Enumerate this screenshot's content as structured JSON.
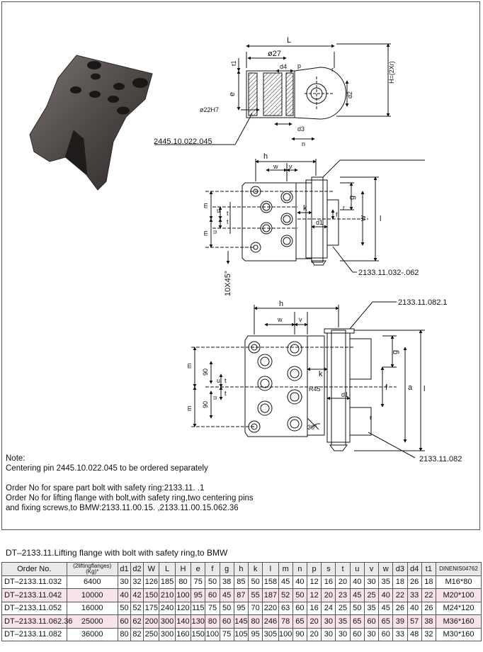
{
  "drawing": {
    "callout_pin": "2445.10.022.045",
    "callout_assembly_1": "2133.11.032-.062",
    "callout_assembly_2a": "2133.11.082.1",
    "callout_assembly_2b": "2133.11.082",
    "dims": {
      "L": "L",
      "d27": "ø27",
      "d4": "d4",
      "p": "p",
      "r": "r",
      "H": "H=(2Xr)",
      "t1": "t1",
      "e": "e",
      "d22": "ø22H7",
      "d2": "d2",
      "d3": "d3",
      "n": "n",
      "h": "h",
      "w": "w",
      "v": "v",
      "g": "g",
      "f": "f",
      "k": "k",
      "d1": "d1",
      "l": "l",
      "m": "m",
      "u": "u",
      "t": "t",
      "chamfer": "10X45°",
      "s90": "90",
      "R45": "R45",
      "a30": "30°",
      "a": "a"
    }
  },
  "notes": {
    "line1": "Note:",
    "line2": "Centering pin 2445.10.022.045 to be ordered separately",
    "line3": "Order No for spare part bolt with safety ring:2133.11.    .1",
    "line4": "Order No for lifting flange with bolt,with safety ring,two centering pins",
    "line5": "and fixing screws,to BMW:2133.11.00.15.    ,2133.11.00.15.062.36"
  },
  "table": {
    "title": "DT–2133.11.Lifting flange with bolt with safety ring,to BMW",
    "header": {
      "order": "Order   No.",
      "load_line1": "(2liftingflanges)",
      "load_line2": "(Kg)*",
      "cols": [
        "d1",
        "d2",
        "W",
        "L",
        "H",
        "e",
        "f",
        "g",
        "h",
        "k",
        "l",
        "m",
        "n",
        "p",
        "s",
        "t",
        "u",
        "v",
        "w",
        "d3",
        "d4",
        "t1"
      ],
      "din": "DINENIS04762"
    },
    "rows": [
      {
        "order": "DT–2133.11.032",
        "load": "6400",
        "vals": [
          "30",
          "32",
          "126",
          "185",
          "80",
          "75",
          "50",
          "38",
          "85",
          "50",
          "158",
          "45",
          "40",
          "12",
          "16",
          "20",
          "40",
          "30",
          "35",
          "18",
          "26",
          "18"
        ],
        "din": "M16*80"
      },
      {
        "order": "DT–2133.11.042",
        "load": "10000",
        "vals": [
          "40",
          "42",
          "150",
          "210",
          "100",
          "95",
          "60",
          "45",
          "87",
          "55",
          "187",
          "52",
          "50",
          "12",
          "20",
          "23",
          "45",
          "25",
          "40",
          "22",
          "33",
          "22"
        ],
        "din": "M20*100"
      },
      {
        "order": "DT–2133.11.052",
        "load": "16000",
        "vals": [
          "50",
          "52",
          "175",
          "240",
          "120",
          "115",
          "75",
          "50",
          "95",
          "70",
          "220",
          "63",
          "60",
          "16",
          "24",
          "25",
          "50",
          "35",
          "45",
          "26",
          "40",
          "26"
        ],
        "din": "M24*120"
      },
      {
        "order": "DT–2133.11.062.36",
        "load": "25000",
        "vals": [
          "60",
          "62",
          "200",
          "300",
          "140",
          "130",
          "80",
          "60",
          "145",
          "80",
          "246",
          "78",
          "65",
          "20",
          "30",
          "35",
          "65",
          "60",
          "65",
          "39",
          "57",
          "38"
        ],
        "din": "M36*160"
      },
      {
        "order": "DT–2133.11.082",
        "load": "36000",
        "vals": [
          "80",
          "82",
          "250",
          "300",
          "160",
          "150",
          "100",
          "75",
          "105",
          "95",
          "305",
          "100",
          "90",
          "20",
          "30",
          "30",
          "60",
          "30",
          "60",
          "33",
          "48",
          "32"
        ],
        "din": "M30*160"
      }
    ]
  }
}
